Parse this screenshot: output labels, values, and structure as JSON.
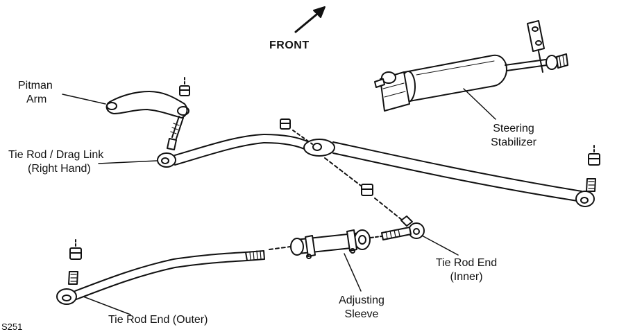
{
  "direction": {
    "label": "FRONT"
  },
  "labels": {
    "pitman_arm": [
      "Pitman",
      "Arm"
    ],
    "tie_rod_drag_link": [
      "Tie Rod / Drag Link",
      "(Right Hand)"
    ],
    "steering_stabilizer": [
      "Steering",
      "Stabilizer"
    ],
    "tie_rod_end_inner": [
      "Tie Rod End",
      "(Inner)"
    ],
    "adjusting_sleeve": [
      "Adjusting",
      "Sleeve"
    ],
    "tie_rod_end_outer": "Tie Rod End (Outer)"
  },
  "figure_id": "S251"
}
